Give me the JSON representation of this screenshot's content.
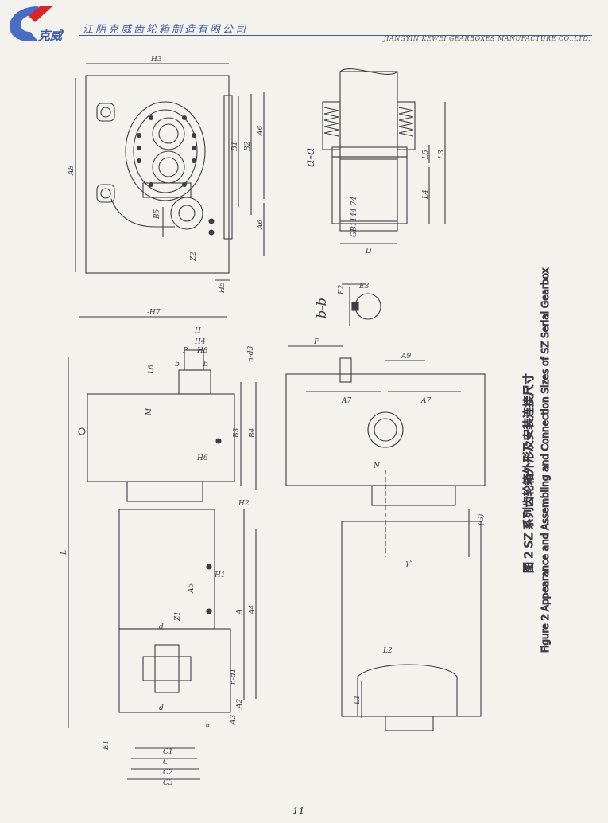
{
  "header": {
    "company_cn": "江阴克威齿轮箱制造有限公司",
    "company_en": "JIANGYIN KEWEI GEARBOXES MANUFACTURE CO.,LTD.",
    "logo_text": "克威",
    "brand_color": "#3f58a8",
    "logo_red": "#d8262c"
  },
  "figure": {
    "caption_cn": "图 2   SZ 系列齿轮箱外形及安装连接尺寸",
    "caption_en": "Figure 2  Appearance and Assembling and Connection Sizes of SZ Serial Gearbox",
    "section_aa": "a-a",
    "section_bb": "b-b",
    "standard": "GB1144-74",
    "labels": {
      "H3": "H3",
      "A8": "A8",
      "B1": "B1",
      "B2": "B2",
      "A6": "A6",
      "A6b": "A6",
      "B5": "B5",
      "Z2": "Z2",
      "H5": "H5",
      "L5": "L5",
      "L3": "L3",
      "L4": "L4",
      "D": "D",
      "E2": "E2",
      "E3": "E3",
      "H7": "-H7",
      "H": "H",
      "H4": "H4",
      "H8": "H8",
      "P": "P",
      "L6": "L6",
      "b1": "b",
      "b2": "b",
      "nd3": "n-d3",
      "M": "M",
      "B3": "B3",
      "B4": "B4",
      "H6": "H6",
      "L": "-L",
      "H2": "H2",
      "H1": "H1",
      "A5": "A5",
      "Z1": "Z1",
      "A": "A",
      "A4": "A4",
      "d1": "d",
      "d2": "d",
      "nd1": "n-d1",
      "A2": "A2",
      "A3": "A3",
      "E": "E",
      "E1": "E1",
      "C1": "C1",
      "C": "C",
      "C2": "C2",
      "C3": "C3",
      "F": "F",
      "A9": "A9",
      "A7a": "A7",
      "A7b": "A7",
      "N": "N",
      "G": "(G)",
      "y": "γ°",
      "L2": "L2",
      "L1": "L1"
    }
  },
  "footer": {
    "page": "11"
  }
}
